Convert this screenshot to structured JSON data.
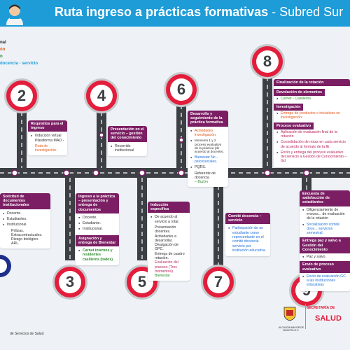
{
  "title": "Ruta ingreso a prácticas formativas",
  "subtitle": "- Subred Sur",
  "legend": [
    "nal",
    "ón",
    "n",
    "docencia - servicio"
  ],
  "steps": {
    "s2": "2",
    "s3": "3",
    "s4": "4",
    "s5": "5",
    "s6": "6",
    "s7": "7",
    "s8": "8",
    "s9": "9"
  },
  "card2": {
    "header": "Requisitos para el ingreso",
    "items": [
      "Inducción virtual Plataforma MAO -",
      "Ruta de investigación."
    ]
  },
  "card4": {
    "header": "Presentación en el servicio – gestión del conocimiento",
    "items": [
      "Recorrido institucional"
    ]
  },
  "card6": {
    "header": "Desarrollo y seguimiento de la práctica formativa",
    "items": [
      "Actividades investigación.",
      "Momento 1 y 2 proceso evaluativo de la práctica (de acuerdo al docente).",
      "Bienestar Nc.-psicosociales.",
      "PQRS.",
      "Referente de docencia",
      "– Buzón"
    ]
  },
  "card8": {
    "h1": "Finalización de la rotación",
    "h2": "Devolución de elementos",
    "i2": "Carnet - Casilleros.",
    "h3": "Investigación",
    "i3": "Entrega de productos o iniciativas en investigación.",
    "h4": "Proceso evaluativo",
    "i4a": "Aplicación de evaluación final de la rotación",
    "i4b": "Consolidación de notas en cada servicio de acuerdo al formato de la IE.",
    "i4c": "Envío y entrega del proceso evaluativo del servicio a Gestión de Conocimiento – Gd"
  },
  "card1": {
    "header": "Solicitud de documentos institucionales",
    "items": [
      "Docente.",
      "Estudiantes.",
      "Institucional."
    ],
    "subs": [
      "Pólizas.",
      "Extracontractuales.",
      "Riesgo biológico.",
      "ARL."
    ]
  },
  "card3": {
    "header": "Ingreso a la práctica – presentación y entrega de documentos",
    "items": [
      "Docente.",
      "Estudiante.",
      "Institucional."
    ],
    "header2": "Asignación y entrega de Bienestar",
    "items2": "Carnet internos y residentes casilleros (todos)"
  },
  "card5": {
    "header": "Inducción específica",
    "items": [
      "De acuerdo al servicio a rotar."
    ],
    "dashes": [
      "Presentación docentes.",
      "Actividades a desarrollar.",
      "Divulgación de GPC.",
      "Entrega de cuadro rotación.",
      "Evaluación del proceso (Tres momentos).",
      "Bienestar"
    ]
  },
  "card7": {
    "header": "Comité docencia – servicio",
    "items": [
      "Participación de un estudiante como representante en el comité docencia servicio por institución educativa."
    ]
  },
  "card9": {
    "h1": "Encuesta de satisfacción de estudiantes",
    "i1a": "Diligenciamiento de encues... de evaluación de la rotación",
    "i1b": "Socialización comité doce... servicios semestral.",
    "h2": "Entrega paz y salvo a Gestión del Conocimiento",
    "i2": "Paz y salvo.",
    "h3": "Envío de proceso evaluativo",
    "i3": "Envío de evaluación GC a las instituciones educativas"
  },
  "footer": "de Servicios de Salud",
  "logos": {
    "alcaldia": "ALCALDÍA MAYOR DE BOGOTÁ D.C.",
    "sec1": "SECRETARÍA DE",
    "sec2": "",
    "sec3": "SALUD"
  }
}
